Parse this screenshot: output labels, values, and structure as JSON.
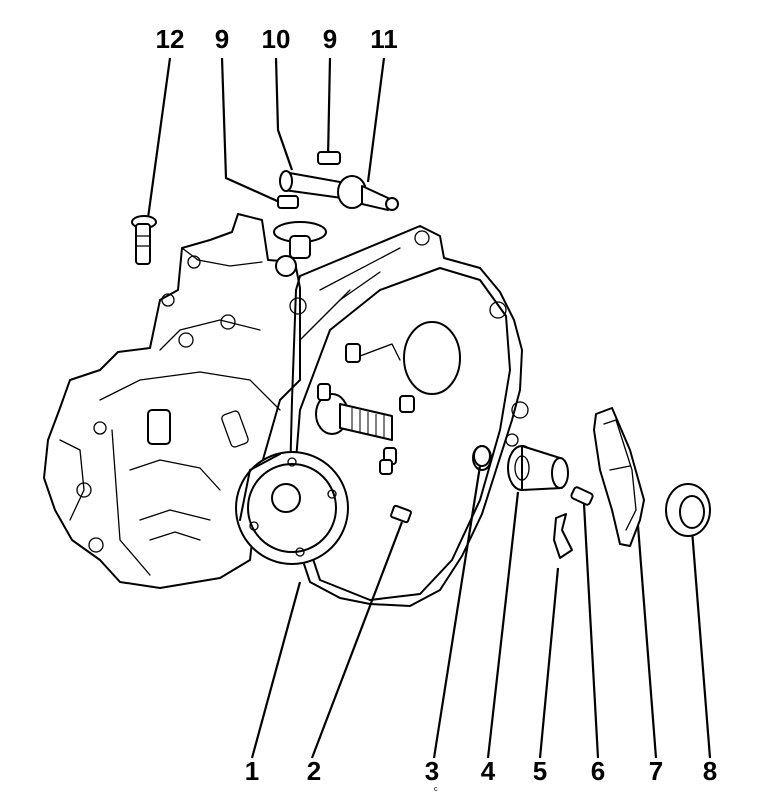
{
  "callouts": {
    "top": [
      {
        "id": "c12",
        "label": "12"
      },
      {
        "id": "c9a",
        "label": "9"
      },
      {
        "id": "c10",
        "label": "10"
      },
      {
        "id": "c9b",
        "label": "9"
      },
      {
        "id": "c11",
        "label": "11"
      }
    ],
    "bottom": [
      {
        "id": "c1",
        "label": "1"
      },
      {
        "id": "c2",
        "label": "2"
      },
      {
        "id": "c3",
        "label": "3"
      },
      {
        "id": "c4",
        "label": "4"
      },
      {
        "id": "c5",
        "label": "5"
      },
      {
        "id": "c6",
        "label": "6"
      },
      {
        "id": "c7",
        "label": "7"
      },
      {
        "id": "c8",
        "label": "8"
      }
    ]
  },
  "mark": "c"
}
